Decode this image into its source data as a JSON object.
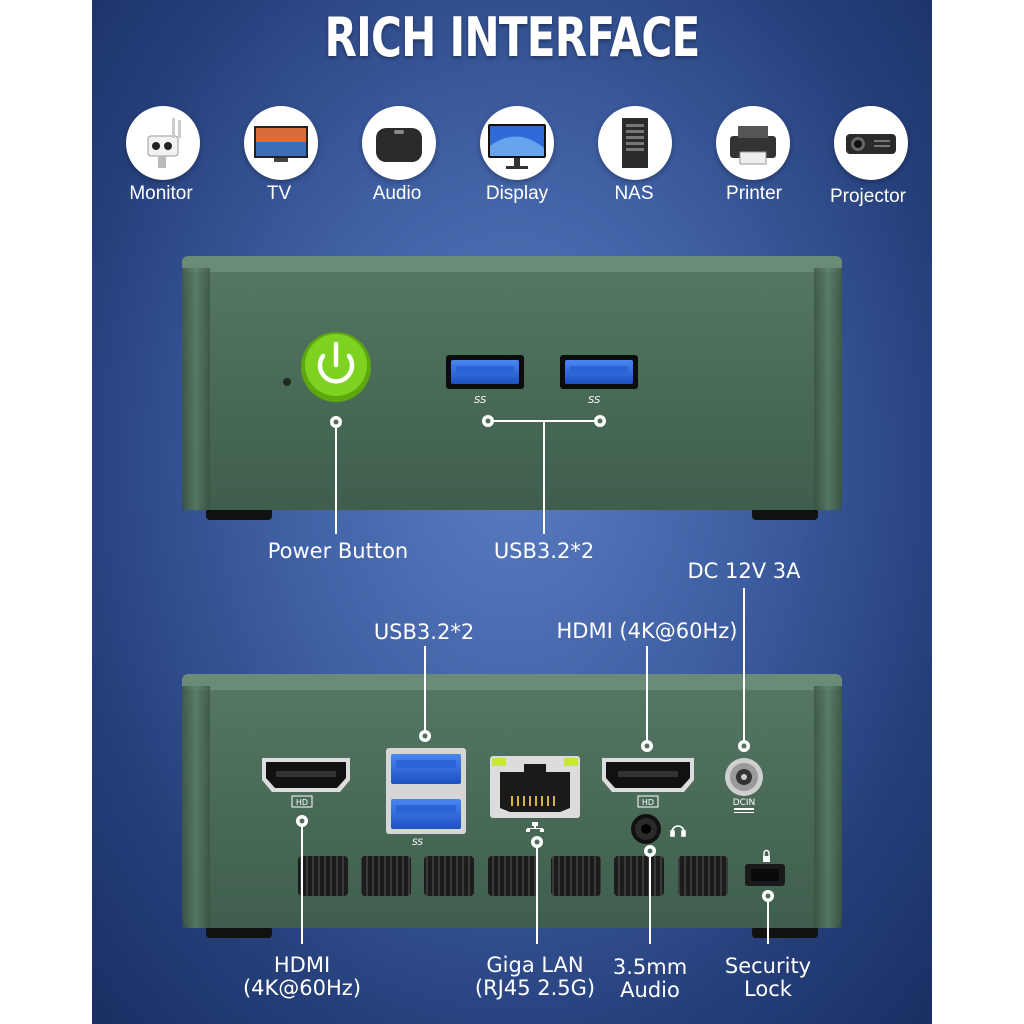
{
  "title": "RICH INTERFACE",
  "devices": [
    {
      "label": "Monitor",
      "icon": "security-camera-icon"
    },
    {
      "label": "TV",
      "icon": "tv-icon"
    },
    {
      "label": "Audio",
      "icon": "speaker-icon"
    },
    {
      "label": "Display",
      "icon": "display-icon"
    },
    {
      "label": "NAS",
      "icon": "nas-icon"
    },
    {
      "label": "Printer",
      "icon": "printer-icon"
    },
    {
      "label": "Projector",
      "icon": "projector-icon"
    }
  ],
  "front": {
    "power_label": "Power Button",
    "usb_label": "USB3.2*2",
    "usb_logo": "SS"
  },
  "rear": {
    "dc_label": "DC 12V 3A",
    "usb_label": "USB3.2*2",
    "hdmi_right_label": "HDMI (4K@60Hz)",
    "hdmi_left_label_1": "HDMI",
    "hdmi_left_label_2": "(4K@60Hz)",
    "lan_label_1": "Giga LAN",
    "lan_label_2": "(RJ45 2.5G)",
    "audio_label_1": "3.5mm",
    "audio_label_2": "Audio",
    "lock_label_1": "Security",
    "lock_label_2": "Lock",
    "hd_badge": "HD",
    "dcin_text": "DCIN"
  },
  "colors": {
    "panel": "#3f5fa3",
    "case": "#4d6e5a",
    "power": "#7ed321",
    "usb": "#2f6fe0"
  }
}
